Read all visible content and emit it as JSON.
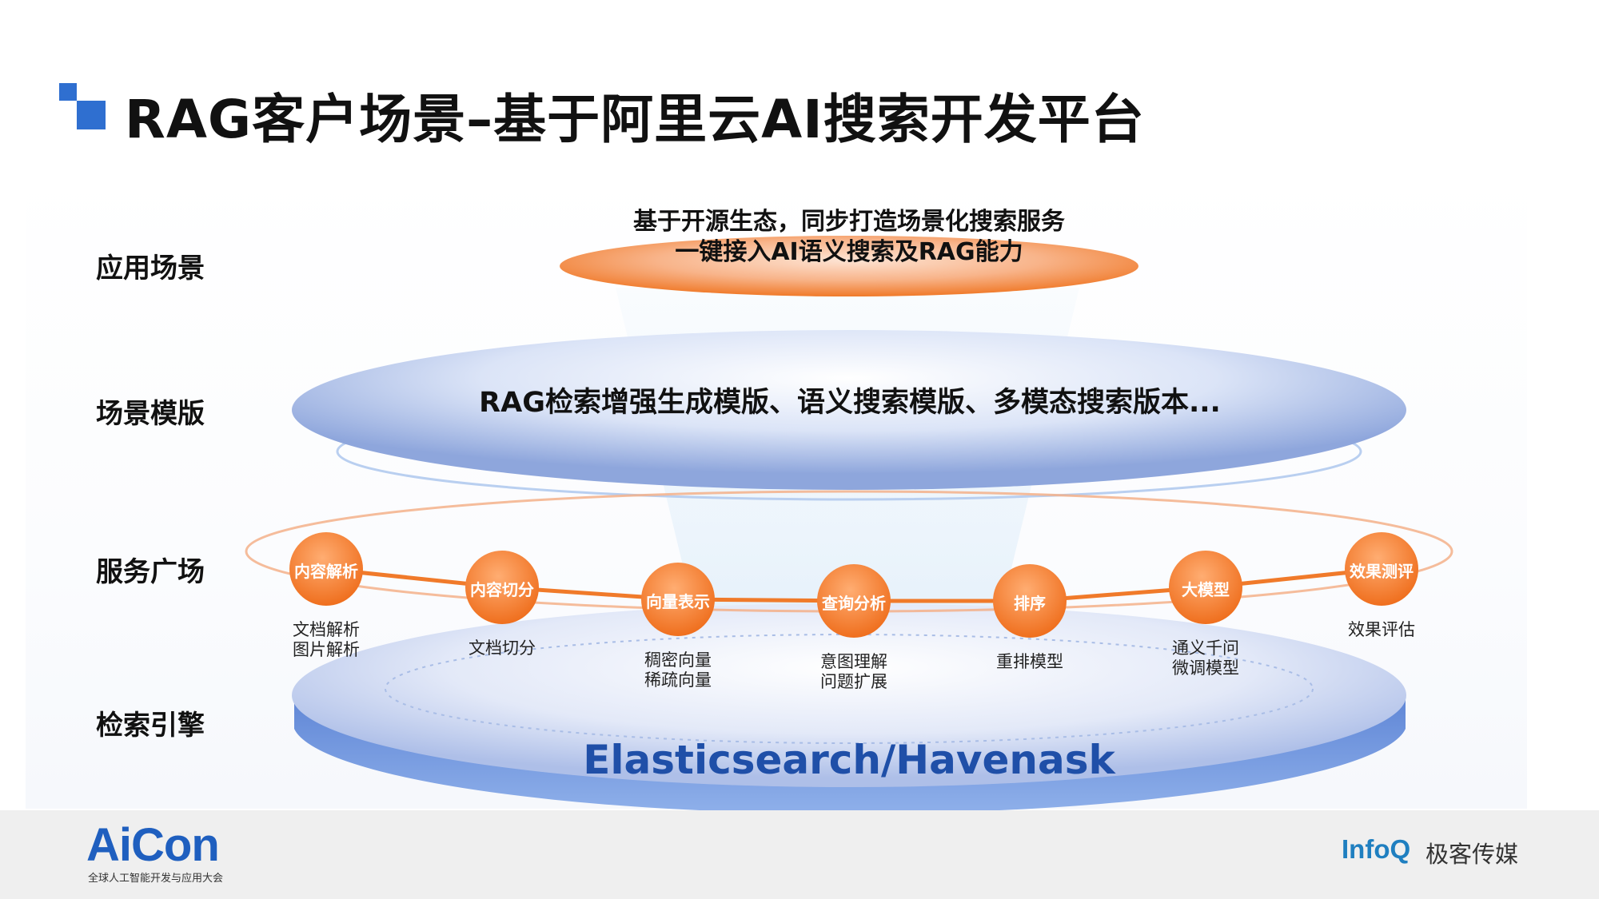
{
  "title": "RAG客户场景–基于阿里云AI搜索开发平台",
  "layers": [
    {
      "id": "scene",
      "label": "应用场景"
    },
    {
      "id": "template",
      "label": "场景模版"
    },
    {
      "id": "service",
      "label": "服务广场"
    },
    {
      "id": "engine",
      "label": "检索引擎"
    }
  ],
  "top_disc": {
    "line1": "基于开源生态，同步打造场景化搜索服务",
    "line2": "一键接入AI语义搜索及RAG能力"
  },
  "template_disc": {
    "text": "RAG检索增强生成模版、语义搜索模版、多模态搜索版本..."
  },
  "service_nodes": [
    {
      "label": "内容解析",
      "desc": [
        "文档解析",
        "图片解析"
      ]
    },
    {
      "label": "内容切分",
      "desc": [
        "文档切分"
      ]
    },
    {
      "label": "向量表示",
      "desc": [
        "稠密向量",
        "稀疏向量"
      ]
    },
    {
      "label": "查询分析",
      "desc": [
        "意图理解",
        "问题扩展"
      ]
    },
    {
      "label": "排序",
      "desc": [
        "重排模型"
      ]
    },
    {
      "label": "大模型",
      "desc": [
        "通义千问",
        "微调模型"
      ]
    },
    {
      "label": "效果测评",
      "desc": [
        "效果评估"
      ]
    }
  ],
  "engine_disc": {
    "text": "Elasticsearch/Havenask"
  },
  "footer": {
    "aicon_logo": "AiCon",
    "aicon_sub": "全球人工智能开发与应用大会",
    "infoq_logo": "InfoQ",
    "geek_logo": "极客传媒"
  },
  "colors": {
    "accent_blue": "#2f6fd0",
    "orange": "#f07a2a",
    "orange_light": "#f8b48a",
    "disc_blue": "#7f9bd8",
    "engine_text": "#1f4fa8"
  }
}
